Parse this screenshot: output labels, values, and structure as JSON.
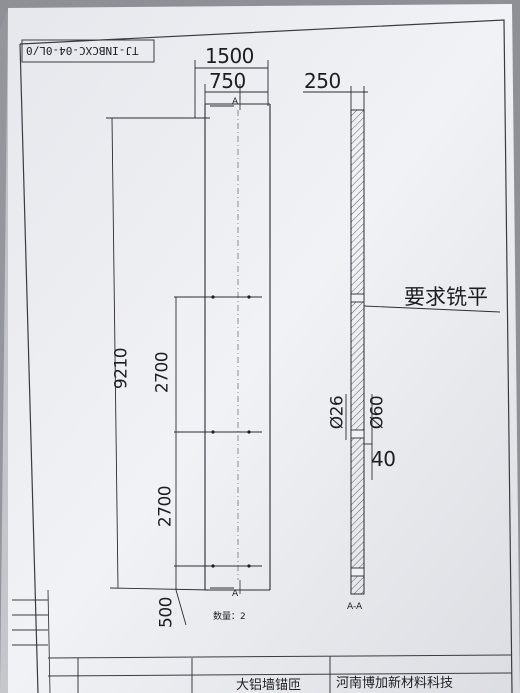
{
  "drawing": {
    "code": "TJ-INBCXC-04-0L/0",
    "left_view": {
      "width_total": "1500",
      "width_half": "750",
      "height_total": "9210",
      "segment_top": "2700",
      "segment_mid": "2700",
      "segment_bottom": "500",
      "section_mark_top": "A",
      "section_mark_bottom": "A",
      "quantity_note": "数量：2"
    },
    "right_view": {
      "thickness": "250",
      "milling_note": "要求铣平",
      "hole_diameter": "Ø26",
      "outer_diameter": "Ø60",
      "offset": "40",
      "section_label": "A-A"
    },
    "title_block": {
      "part_name": "大铝墙锚匝",
      "company": "河南博加新材料科技"
    }
  }
}
